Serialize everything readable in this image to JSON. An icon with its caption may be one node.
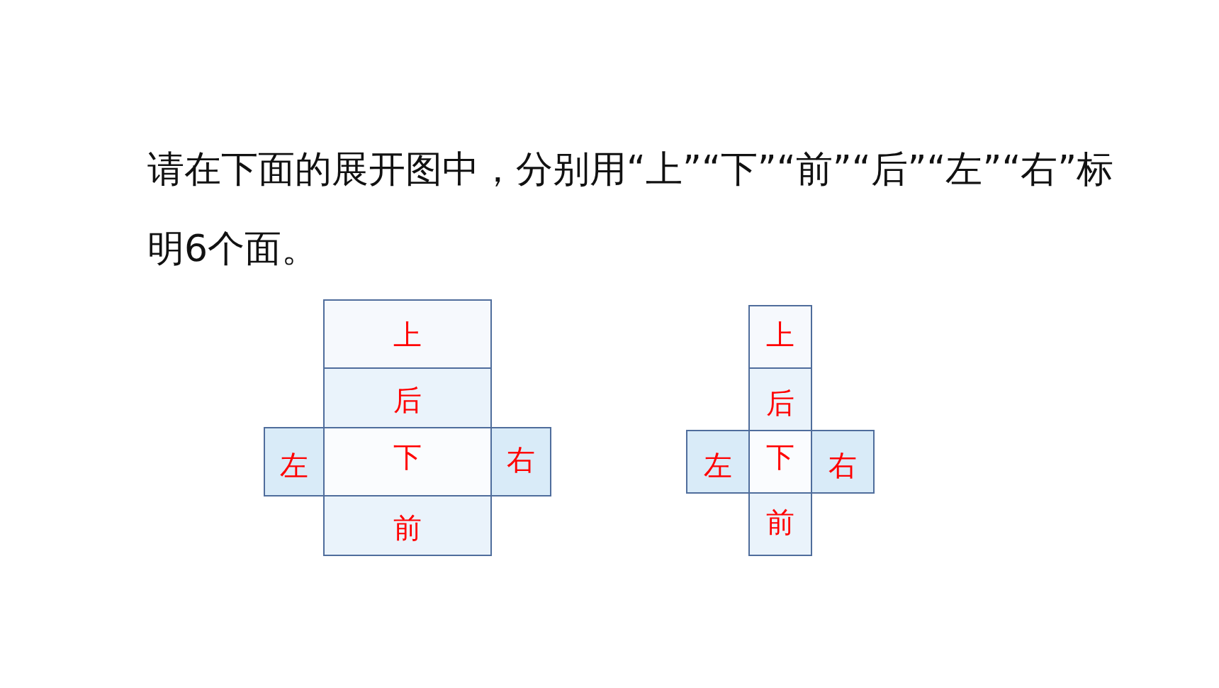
{
  "diagram": {
    "title": "请在下面的展开图中，分别用“上”“下”“前”“后”“左”“右”标明6个面。",
    "nodes": [
      {
        "text": [
          "上"
        ]
      },
      {
        "text": [
          "后"
        ]
      },
      {
        "text": [
          "左"
        ]
      },
      {
        "text": [
          "下"
        ]
      },
      {
        "text": [
          "右"
        ]
      },
      {
        "text": [
          "前"
        ]
      },
      {
        "text": [
          "上"
        ]
      },
      {
        "text": [
          "后"
        ]
      },
      {
        "text": [
          "左"
        ]
      },
      {
        "text": [
          "下"
        ]
      },
      {
        "text": [
          "右"
        ]
      },
      {
        "text": [
          "前"
        ]
      }
    ]
  }
}
